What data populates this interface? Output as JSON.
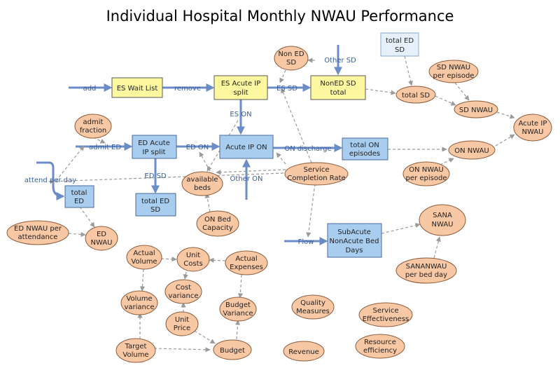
{
  "title": "Individual Hospital Monthly NWAU Performance",
  "stocks": {
    "es_wait_list": "ES Wait List",
    "es_acute_ip_split": [
      "ES Acute IP",
      "split"
    ],
    "nonED_sd_total": [
      "NonED SD",
      "total"
    ],
    "total_ed_sd_top": [
      "total ED",
      "SD"
    ],
    "ed_acute_ip_split": [
      "ED Acute",
      "IP split"
    ],
    "acute_ip_on": "Acute IP ON",
    "total_on_episodes": [
      "total ON",
      "episodes"
    ],
    "total_ed": [
      "total",
      "ED"
    ],
    "total_ed_sd": [
      "total ED",
      "SD"
    ],
    "subacute": [
      "SubAcute",
      "NonAcute Bed",
      "Days"
    ]
  },
  "auxiliaries": {
    "non_ed_sd": [
      "Non ED",
      "SD"
    ],
    "total_sd": "total SD",
    "sd_nwau_per_episode": [
      "SD NWAU",
      "per episode"
    ],
    "sd_nwau": "SD NWAU",
    "acute_ip_nwau": [
      "Acute IP",
      "NWAU"
    ],
    "admit_fraction": [
      "admit",
      "fraction"
    ],
    "on_nwau": "ON NWAU",
    "on_nwau_per_episode": [
      "ON NWAU",
      "per episode"
    ],
    "available_beds": [
      "available",
      "beds"
    ],
    "service_completion_rate": [
      "Service",
      "Completion Rate"
    ],
    "on_bed_capacity": [
      "ON Bed",
      "Capacity"
    ],
    "ed_nwau_per_attendance": [
      "ED NWAU per",
      "attendance"
    ],
    "ed_nwau": [
      "ED",
      "NWAU"
    ],
    "sana_nwau": [
      "SANA",
      "NWAU"
    ],
    "sana_nwau_per_bed_day": [
      "SANANWAU",
      "per bed day"
    ],
    "actual_volume": [
      "Actual",
      "Volume"
    ],
    "unit_costs": [
      "Unit",
      "Costs"
    ],
    "actual_expenses": [
      "Actual",
      "Expenses"
    ],
    "cost_variance": [
      "Cost",
      "variance"
    ],
    "volume_variance": [
      "Volume",
      "variance"
    ],
    "unit_price": [
      "Unit",
      "Price"
    ],
    "budget_variance": [
      "Budget",
      "Variance"
    ],
    "target_volume": [
      "Target",
      "Volume"
    ],
    "budget": "Budget",
    "quality_measures": [
      "Quality",
      "Measures"
    ],
    "service_effectiveness": [
      "Service",
      "Effectiveness"
    ],
    "revenue": "Revenue",
    "resource_efficiency": [
      "Resource",
      "efficiency"
    ]
  },
  "flows": {
    "add": "add",
    "remove": "remove",
    "es_sd": "ES SD",
    "other_sd": "Other SD",
    "es_on": "ES ON",
    "admit_ed": "admit ED",
    "ed_on": "ED ON",
    "on_discharge": "ON discharge",
    "ed_sd": "ED SD",
    "other_on": "Other ON",
    "attend_per_day": "attend per day",
    "flow": "Flow"
  },
  "colors": {
    "stock_yellow": "#fdf7a0",
    "stock_blue": "#a9cdef",
    "auxiliary": "#f8c7a4",
    "flow_pipe": "#6a8cc7",
    "link": "#9a9a9a"
  }
}
